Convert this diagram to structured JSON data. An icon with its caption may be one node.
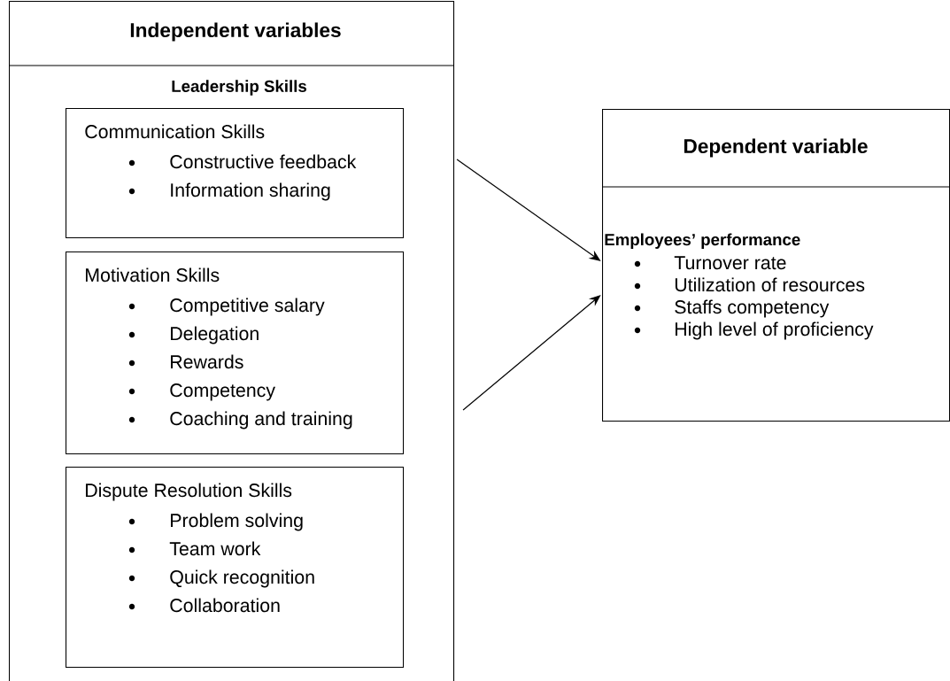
{
  "diagram": {
    "nodes": [
      {
        "text": [
          "Independent variables",
          "Leadership Skills"
        ]
      },
      {
        "text": [
          "Communication Skills",
          "Constructive feedback",
          "Information sharing"
        ],
        "in": 0
      },
      {
        "text": [
          "Motivation Skills",
          "Competitive salary",
          "Delegation",
          "Rewards",
          "Competency",
          "Coaching and training"
        ],
        "in": 0
      },
      {
        "text": [
          "Dispute Resolution Skills",
          "Problem solving",
          "Team work",
          "Quick recognition",
          "Collaboration"
        ],
        "in": 0
      },
      {
        "text": [
          "Dependent variable",
          "Employees’ performance",
          "Turnover rate",
          "Utilization of resources",
          "Staffs competency",
          "High level of proficiency"
        ]
      }
    ],
    "edges": [
      {
        "from": 0,
        "to": 4,
        "arrow": "to"
      },
      {
        "from": 0,
        "to": 4,
        "arrow": "to"
      }
    ]
  }
}
